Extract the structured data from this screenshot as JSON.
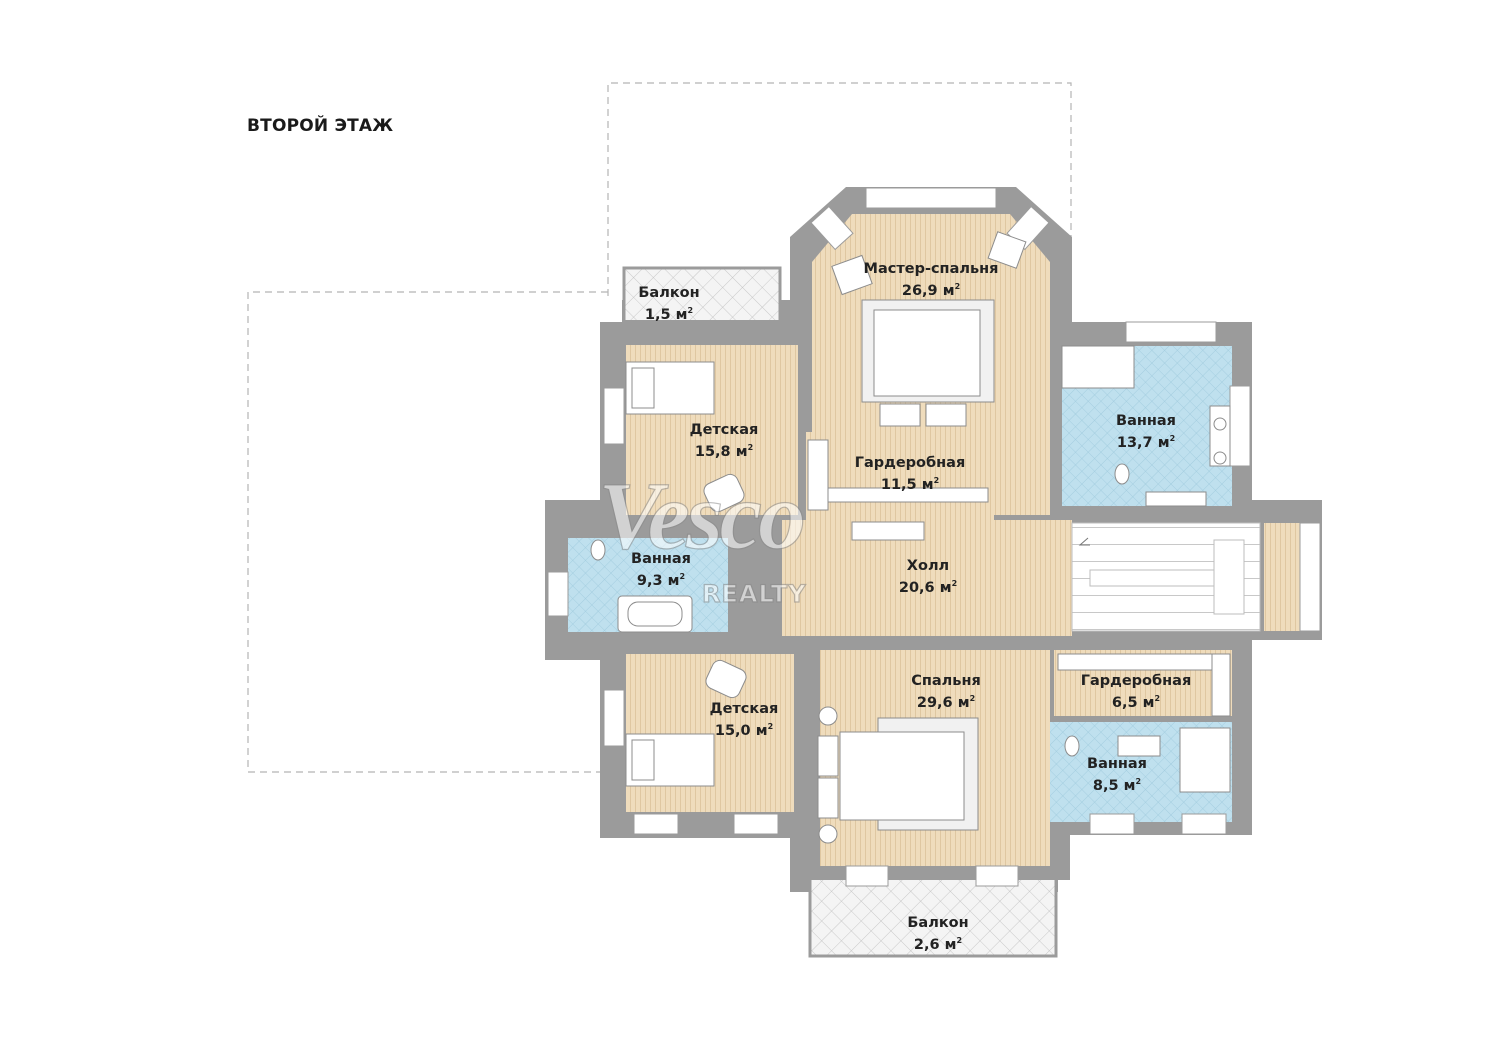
{
  "floor_title": "ВТОРОЙ ЭТАЖ",
  "unit": "м",
  "unit_power": "2",
  "watermark": {
    "brand": "Vesco",
    "sub": "REALTY"
  },
  "colors": {
    "wall": "#9b9b9b",
    "wood_floor": "#efdcbc",
    "tile_floor": "#bfe0ee",
    "balcony_floor": "#f2f2f2",
    "dashed_outline": "#b5b5b5"
  },
  "rooms": [
    {
      "id": "master-bedroom",
      "name": "Мастер-спальня",
      "area": "26,9"
    },
    {
      "id": "balcony-top",
      "name": "Балкон",
      "area": "1,5"
    },
    {
      "id": "kids-room-top",
      "name": "Детская",
      "area": "15,8"
    },
    {
      "id": "wardrobe-center",
      "name": "Гардеробная",
      "area": "11,5"
    },
    {
      "id": "bathroom-right",
      "name": "Ванная",
      "area": "13,7"
    },
    {
      "id": "bathroom-left",
      "name": "Ванная",
      "area": "9,3"
    },
    {
      "id": "hall",
      "name": "Холл",
      "area": "20,6"
    },
    {
      "id": "kids-room-bottom",
      "name": "Детская",
      "area": "15,0"
    },
    {
      "id": "bedroom",
      "name": "Спальня",
      "area": "29,6"
    },
    {
      "id": "wardrobe-small",
      "name": "Гардеробная",
      "area": "6,5"
    },
    {
      "id": "bathroom-small",
      "name": "Ванная",
      "area": "8,5"
    },
    {
      "id": "balcony-bottom",
      "name": "Балкон",
      "area": "2,6"
    }
  ]
}
